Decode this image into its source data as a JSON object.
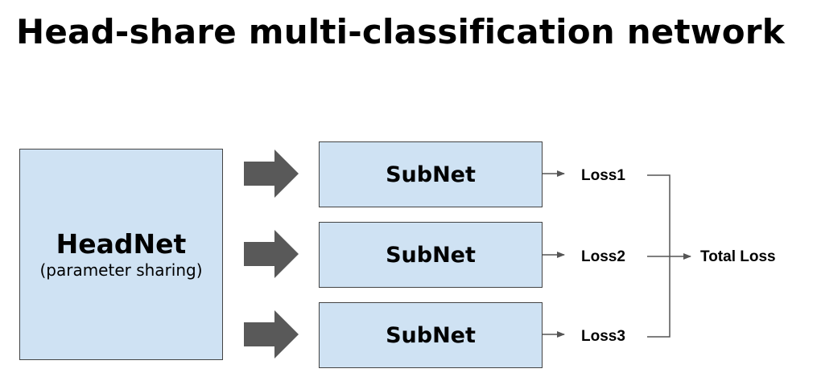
{
  "title": "Head-share multi-classification network",
  "headnet": {
    "label": "HeadNet",
    "sublabel": "(parameter sharing)"
  },
  "subnets": [
    {
      "label": "SubNet"
    },
    {
      "label": "SubNet"
    },
    {
      "label": "SubNet"
    }
  ],
  "losses": [
    {
      "label": "Loss1"
    },
    {
      "label": "Loss2"
    },
    {
      "label": "Loss3"
    }
  ],
  "total_loss": {
    "label": "Total Loss"
  },
  "colors": {
    "box_fill": "#cfe2f3",
    "box_border": "#444444",
    "big_arrow": "#595959",
    "connector": "#555555"
  }
}
